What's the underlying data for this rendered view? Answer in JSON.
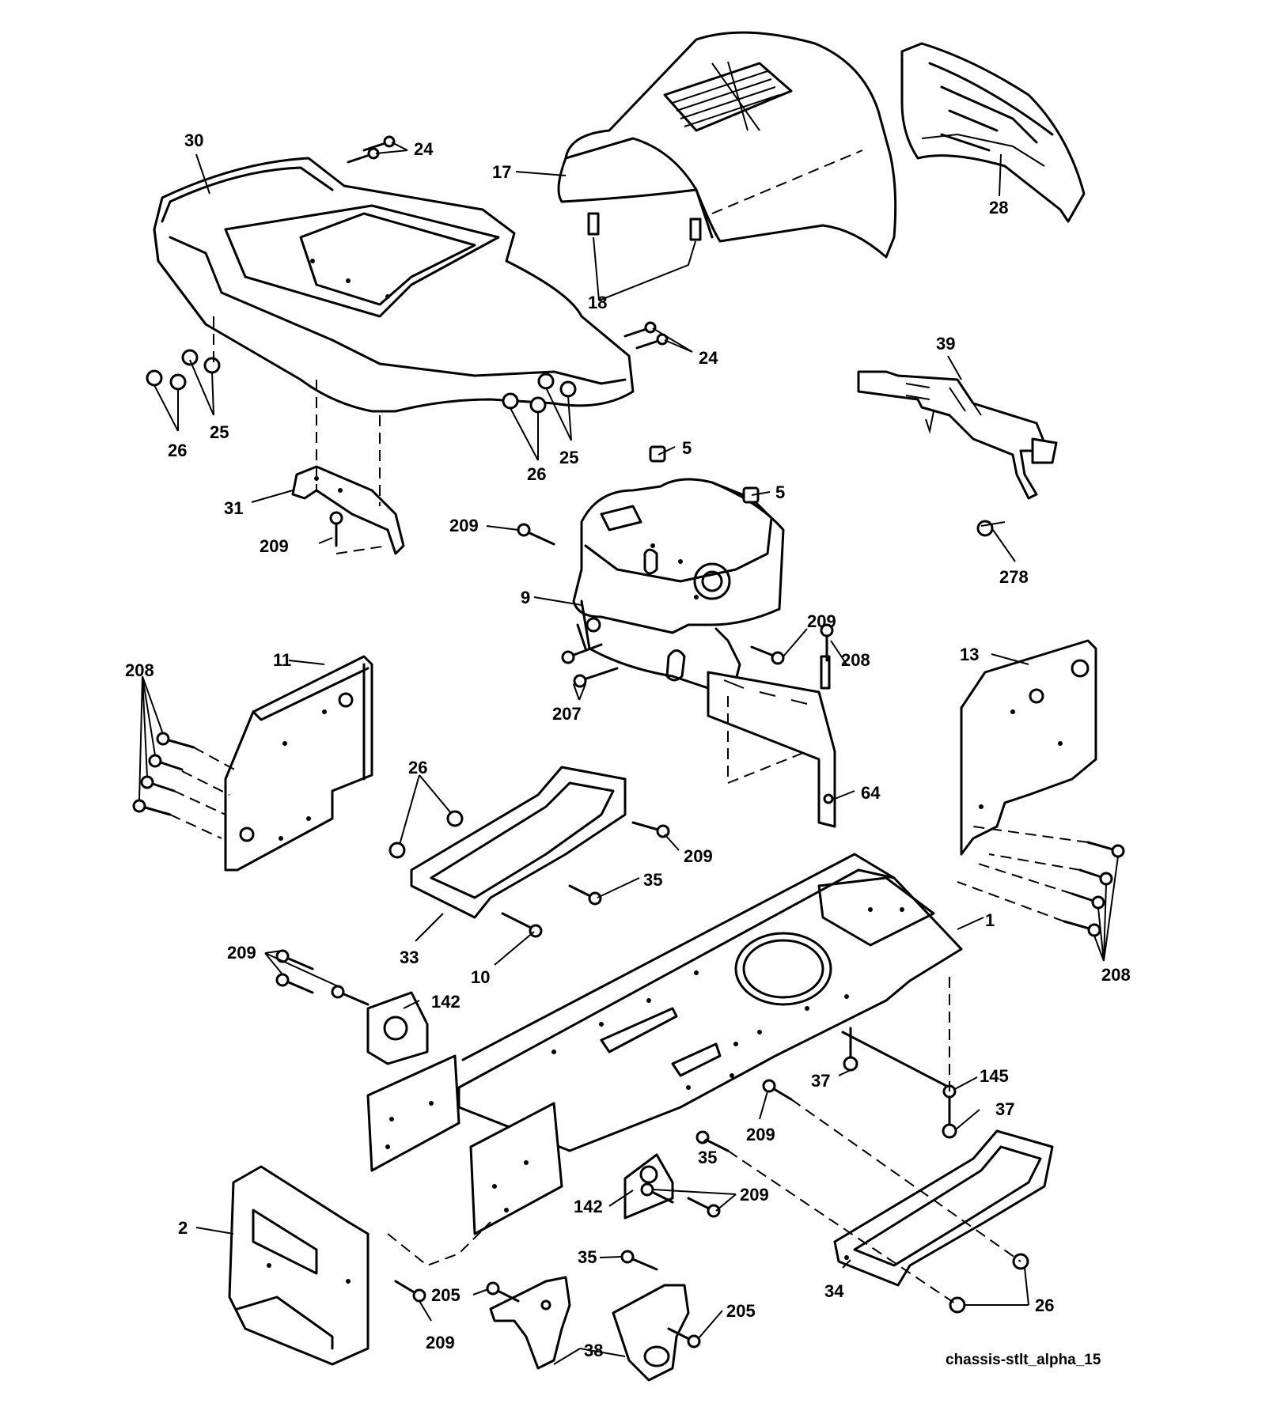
{
  "caption": "chassis-stlt_alpha_15",
  "callouts": {
    "p30": "30",
    "p24a": "24",
    "p17": "17",
    "p28": "28",
    "p18": "18",
    "p24b": "24",
    "p25a": "25",
    "p26a": "26",
    "p39": "39",
    "p5a": "5",
    "p25b": "25",
    "p26b": "26",
    "p5b": "5",
    "p31": "31",
    "p209a": "209",
    "p209b": "209",
    "p278": "278",
    "p9": "9",
    "p209c": "209",
    "p208a": "208",
    "p11": "11",
    "p208b": "208",
    "p13": "13",
    "p207": "207",
    "p26c": "26",
    "p64": "64",
    "p209d": "209",
    "p35a": "35",
    "p33": "33",
    "p10": "10",
    "p1": "1",
    "p208c": "208",
    "p209e": "209",
    "p142a": "142",
    "p37a": "37",
    "p145": "145",
    "p37b": "37",
    "p209f": "209",
    "p35b": "35",
    "p209g": "209",
    "p142b": "142",
    "p2": "2",
    "p35c": "35",
    "p205a": "205",
    "p205b": "205",
    "p34": "34",
    "p26d": "26",
    "p209h": "209",
    "p38": "38"
  }
}
